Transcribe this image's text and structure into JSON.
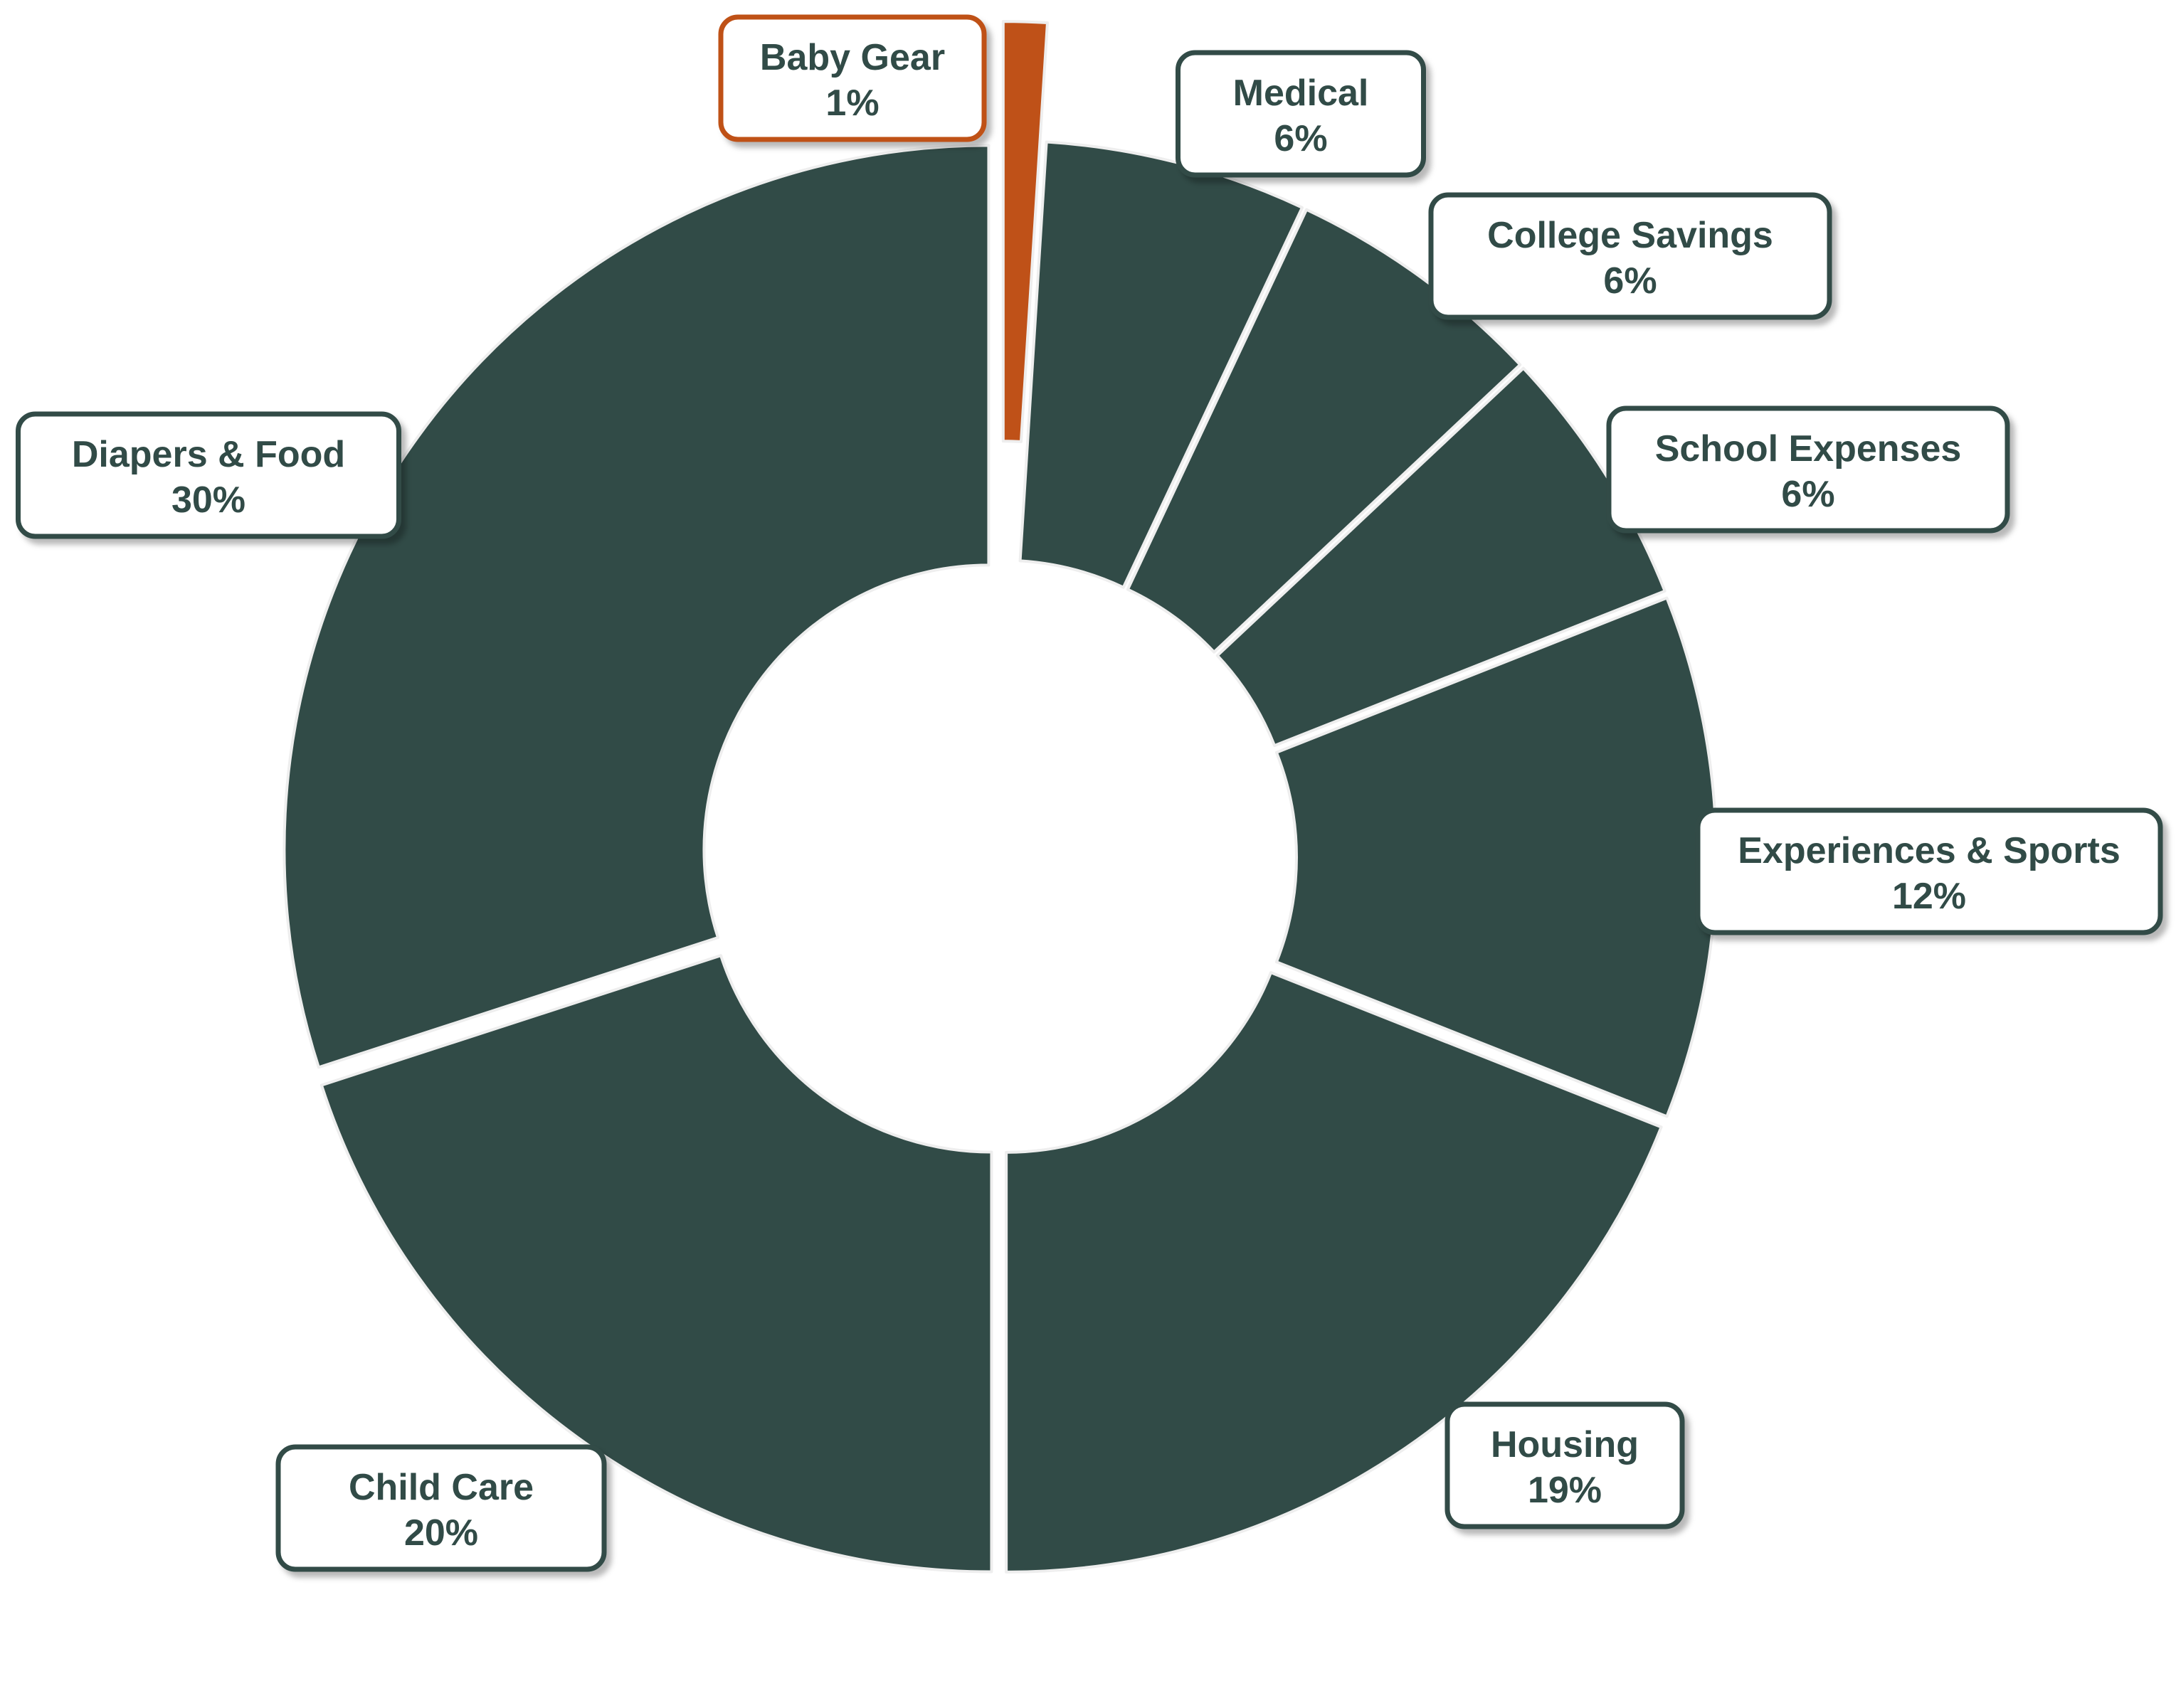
{
  "chart_data": {
    "type": "pie",
    "variant": "donut",
    "exploded": true,
    "title": "",
    "colors": {
      "default_slice": "#314b47",
      "highlight_slice": "#bf5118",
      "slice_stroke": "#eeeeee",
      "label_text": "#314b47",
      "label_border": "#314b47",
      "highlight_border": "#bf5118",
      "label_background": "#ffffff"
    },
    "slices": [
      {
        "label": "Baby Gear",
        "value": 1,
        "display": "1%",
        "highlight": true
      },
      {
        "label": "Medical",
        "value": 6,
        "display": "6%",
        "highlight": false
      },
      {
        "label": "College Savings",
        "value": 6,
        "display": "6%",
        "highlight": false
      },
      {
        "label": "School Expenses",
        "value": 6,
        "display": "6%",
        "highlight": false
      },
      {
        "label": "Experiences & Sports",
        "value": 12,
        "display": "12%",
        "highlight": false
      },
      {
        "label": "Housing",
        "value": 19,
        "display": "19%",
        "highlight": false
      },
      {
        "label": "Child Care",
        "value": 20,
        "display": "20%",
        "highlight": false
      },
      {
        "label": "Diapers & Food",
        "value": 30,
        "display": "30%",
        "highlight": false
      }
    ]
  }
}
